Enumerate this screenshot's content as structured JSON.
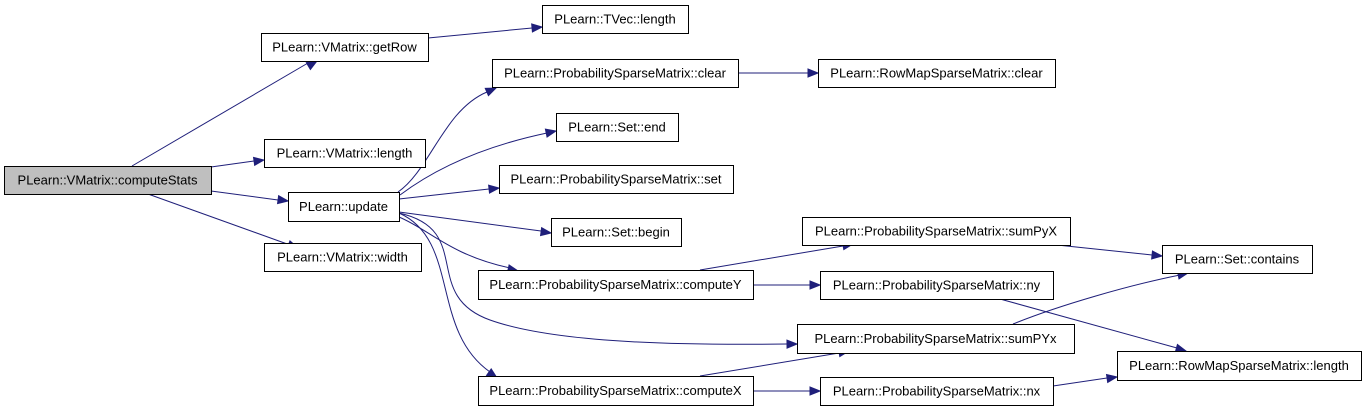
{
  "diagram": {
    "nodes": [
      {
        "id": "computeStats",
        "label": "PLearn::VMatrix::computeStats",
        "root": true
      },
      {
        "id": "getRow",
        "label": "PLearn::VMatrix::getRow"
      },
      {
        "id": "vm_length",
        "label": "PLearn::VMatrix::length"
      },
      {
        "id": "update",
        "label": "PLearn::update"
      },
      {
        "id": "vm_width",
        "label": "PLearn::VMatrix::width"
      },
      {
        "id": "tvec_length",
        "label": "PLearn::TVec::length"
      },
      {
        "id": "psm_clear",
        "label": "PLearn::ProbabilitySparseMatrix::clear"
      },
      {
        "id": "rmsm_clear",
        "label": "PLearn::RowMapSparseMatrix::clear"
      },
      {
        "id": "set_end",
        "label": "PLearn::Set::end"
      },
      {
        "id": "psm_set",
        "label": "PLearn::ProbabilitySparseMatrix::set"
      },
      {
        "id": "set_begin",
        "label": "PLearn::Set::begin"
      },
      {
        "id": "psm_computeY",
        "label": "PLearn::ProbabilitySparseMatrix::computeY"
      },
      {
        "id": "psm_computeX",
        "label": "PLearn::ProbabilitySparseMatrix::computeX"
      },
      {
        "id": "psm_sumPyX",
        "label": "PLearn::ProbabilitySparseMatrix::sumPyX"
      },
      {
        "id": "psm_ny",
        "label": "PLearn::ProbabilitySparseMatrix::ny"
      },
      {
        "id": "psm_sumPYx",
        "label": "PLearn::ProbabilitySparseMatrix::sumPYx"
      },
      {
        "id": "psm_nx",
        "label": "PLearn::ProbabilitySparseMatrix::nx"
      },
      {
        "id": "set_contains",
        "label": "PLearn::Set::contains"
      },
      {
        "id": "rmsm_length",
        "label": "PLearn::RowMapSparseMatrix::length"
      }
    ],
    "edges": [
      {
        "from": "computeStats",
        "to": "getRow"
      },
      {
        "from": "computeStats",
        "to": "vm_length"
      },
      {
        "from": "computeStats",
        "to": "update"
      },
      {
        "from": "computeStats",
        "to": "vm_width"
      },
      {
        "from": "getRow",
        "to": "tvec_length"
      },
      {
        "from": "update",
        "to": "psm_clear"
      },
      {
        "from": "update",
        "to": "set_end"
      },
      {
        "from": "update",
        "to": "psm_set"
      },
      {
        "from": "update",
        "to": "set_begin"
      },
      {
        "from": "update",
        "to": "psm_computeY"
      },
      {
        "from": "update",
        "to": "psm_sumPYx"
      },
      {
        "from": "update",
        "to": "psm_computeX"
      },
      {
        "from": "psm_clear",
        "to": "rmsm_clear"
      },
      {
        "from": "psm_computeY",
        "to": "psm_sumPyX"
      },
      {
        "from": "psm_computeY",
        "to": "psm_ny"
      },
      {
        "from": "psm_computeX",
        "to": "psm_sumPYx"
      },
      {
        "from": "psm_computeX",
        "to": "psm_nx"
      },
      {
        "from": "psm_sumPyX",
        "to": "set_contains"
      },
      {
        "from": "psm_sumPYx",
        "to": "set_contains"
      },
      {
        "from": "psm_ny",
        "to": "rmsm_length"
      },
      {
        "from": "psm_nx",
        "to": "rmsm_length"
      }
    ]
  }
}
